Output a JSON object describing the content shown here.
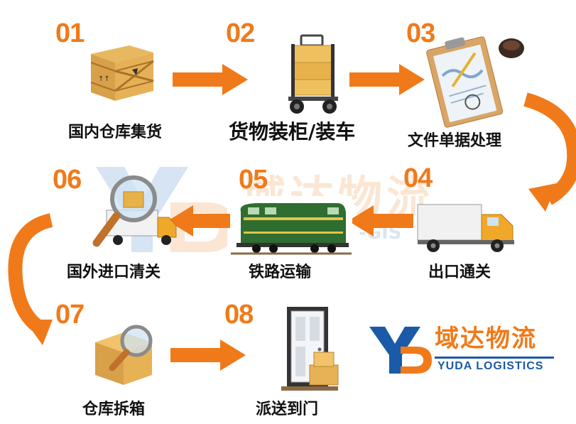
{
  "steps": [
    {
      "number": "01",
      "label": "国内仓库集货"
    },
    {
      "number": "02",
      "label": "货物装柜/装车"
    },
    {
      "number": "03",
      "label": "文件单据处理"
    },
    {
      "number": "04",
      "label": "出口通关"
    },
    {
      "number": "05",
      "label": "铁路运输"
    },
    {
      "number": "06",
      "label": "国外进口清关"
    },
    {
      "number": "07",
      "label": "仓库拆箱"
    },
    {
      "number": "08",
      "label": "派送到门"
    }
  ],
  "watermark": {
    "cn": "域达物流",
    "en": "-GIS"
  },
  "logo": {
    "cn": "域达物流",
    "en": "YUDA LOGISTICS"
  },
  "colors": {
    "accent": "#f07a1a",
    "brand_blue": "#1a5aa8",
    "text": "#111111"
  },
  "icons": [
    "wooden-crate-icon",
    "hand-truck-icon",
    "clipboard-icon",
    "delivery-truck-icon",
    "train-icon",
    "magnifier-truck-icon",
    "magnifier-box-icon",
    "door-parcels-icon"
  ]
}
